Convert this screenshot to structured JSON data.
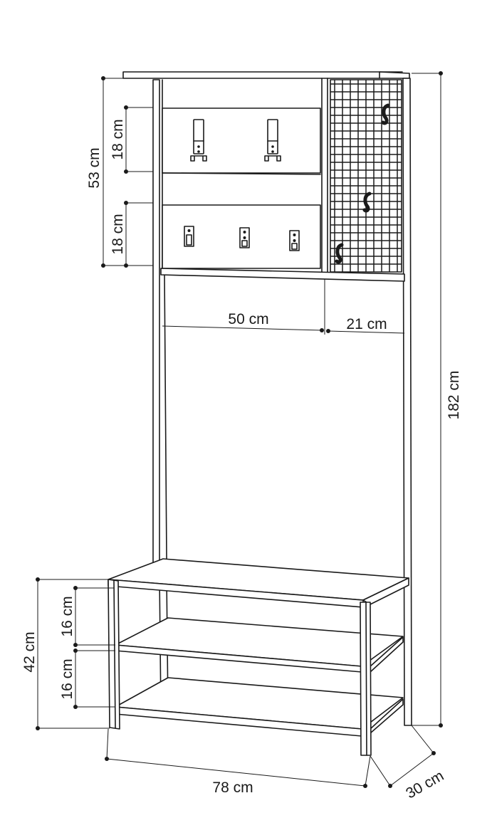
{
  "dimensions": {
    "total_height": "182 cm",
    "top_section_height": "53 cm",
    "top_hook_panel_height": "18 cm",
    "lower_hook_panel_height": "18 cm",
    "left_width": "50 cm",
    "right_width": "21 cm",
    "bench_height": "42 cm",
    "shelf_gap_upper": "16 cm",
    "shelf_gap_lower": "16 cm",
    "total_width": "78 cm",
    "depth": "30 cm"
  },
  "colors": {
    "line": "#1a1a1a",
    "background": "#ffffff"
  }
}
